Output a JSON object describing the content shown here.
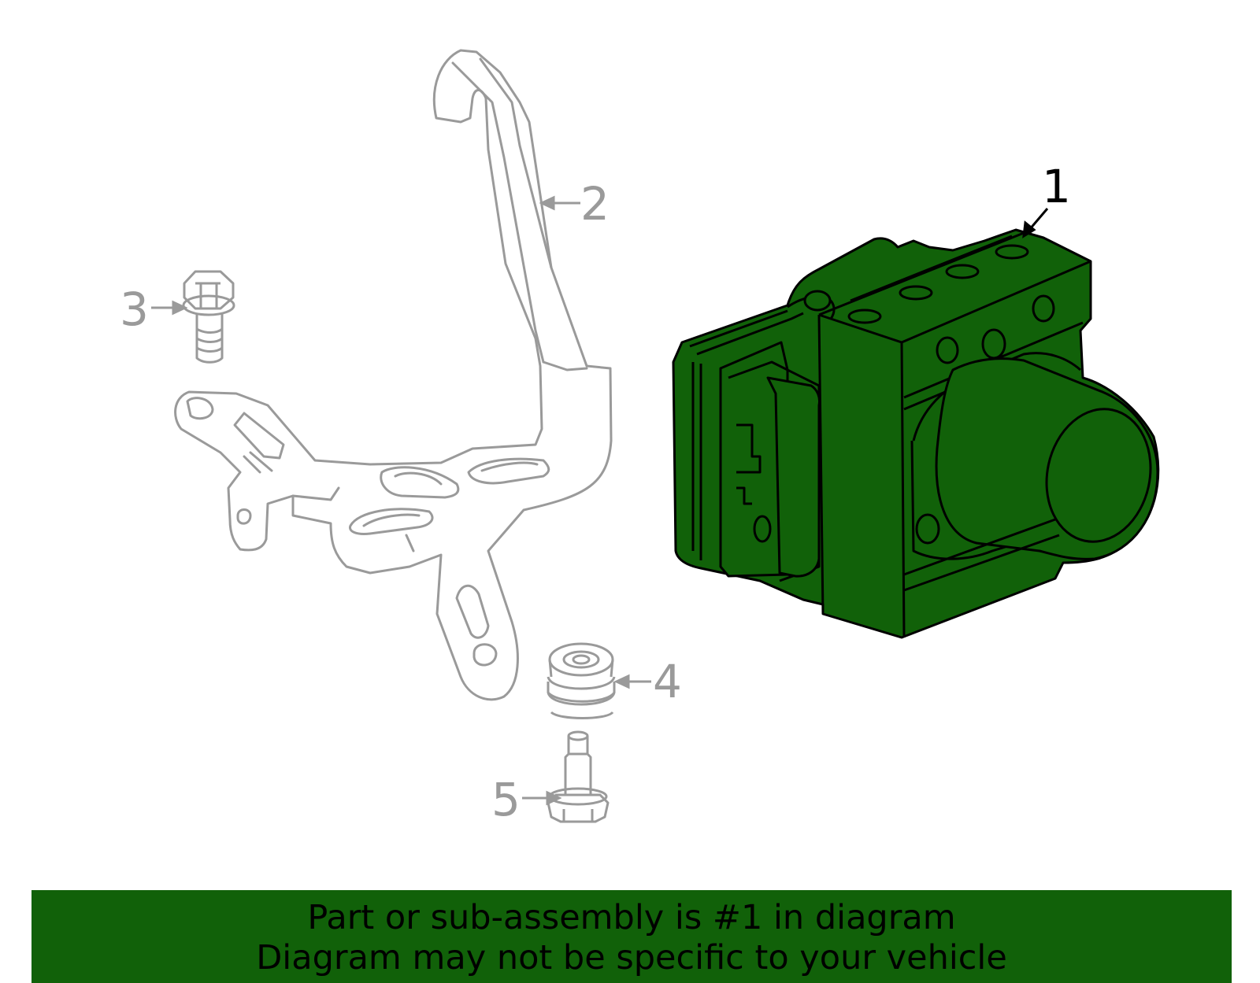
{
  "colors": {
    "highlight": "#116109",
    "gray_line": "#9a9a9a",
    "black_line": "#000000",
    "background": "#ffffff"
  },
  "callouts": {
    "part1": "1",
    "part2": "2",
    "part3": "3",
    "part4": "4",
    "part5": "5"
  },
  "banner": {
    "line1": "Part or sub-assembly is #1 in diagram",
    "line2": "Diagram may not be specific to your vehicle"
  }
}
